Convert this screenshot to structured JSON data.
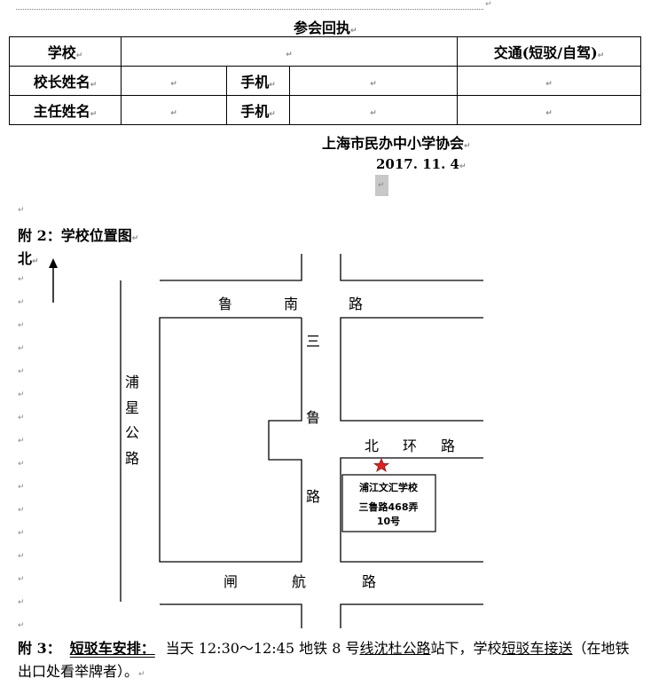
{
  "receipt": {
    "title": "参会回执",
    "school_label": "学校",
    "traffic_label": "交通(短驳/自驾)",
    "principal_label": "校长姓名",
    "director_label": "主任姓名",
    "phone_label": "手机"
  },
  "signature": {
    "org": "上海市民办中小学协会",
    "date": "2017. 11. 4"
  },
  "appendix2": {
    "heading": "附 2：学校位置图",
    "north": "北"
  },
  "map": {
    "road_lunan": [
      "鲁",
      "南",
      "路"
    ],
    "road_sanlu": [
      "三",
      "鲁",
      "路"
    ],
    "road_puxing": [
      "浦",
      "星",
      "公",
      "路"
    ],
    "road_beihuan": [
      "北",
      "环",
      "路"
    ],
    "road_zhahang": [
      "闸",
      "航",
      "路"
    ],
    "school_name": "浦江文汇学校",
    "school_addr_1": "三鲁路468弄",
    "school_addr_2": "10号",
    "star_color": "#e02020"
  },
  "appendix3": {
    "heading": "附 3：",
    "shuttle_label": "短驳车安排：",
    "text_a": "当天 12:30～12:45 地铁 8 号",
    "text_b": "线沈杜公路",
    "text_c": "站下，学校",
    "text_d": "短驳车接送",
    "text_e": "（在地铁出口处看举牌者）。"
  }
}
